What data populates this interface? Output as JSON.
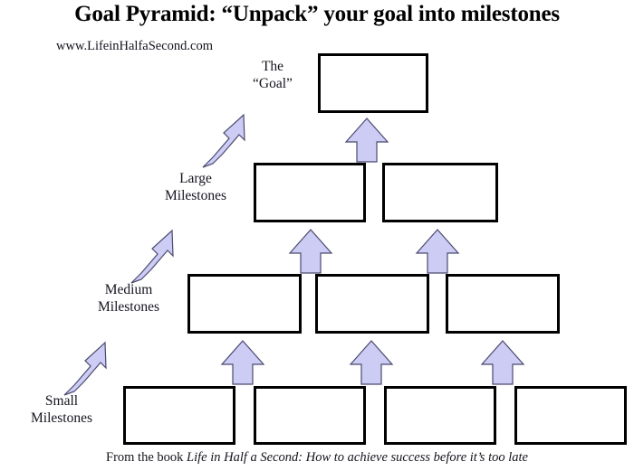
{
  "header": {
    "title": "Goal Pyramid: “Unpack” your goal into milestones",
    "site_url": "www.LifeinHalfaSecond.com"
  },
  "labels": {
    "goal_line1": "The",
    "goal_line2": "“Goal”",
    "large_line1": "Large",
    "large_line2": "Milestones",
    "medium_line1": "Medium",
    "medium_line2": "Milestones",
    "small_line1": "Small",
    "small_line2": "Milestones"
  },
  "footer": {
    "prefix": "From the book ",
    "book_title": "Life in Half a Second: How to achieve success before it’s too late"
  },
  "colors": {
    "arrow_fill": "#ccccf5",
    "arrow_stroke": "#4a4a6e",
    "box_border": "#000000",
    "box_fill": "#ffffff",
    "text": "#14141e",
    "background": "#ffffff"
  },
  "diagram": {
    "type": "pyramid",
    "rows": [
      {
        "name": "goal",
        "label": "The “Goal”",
        "box_count": 1,
        "boxes": [
          {
            "value": ""
          }
        ]
      },
      {
        "name": "large-milestones",
        "label": "Large Milestones",
        "box_count": 2,
        "boxes": [
          {
            "value": ""
          },
          {
            "value": ""
          }
        ]
      },
      {
        "name": "medium-milestones",
        "label": "Medium Milestones",
        "box_count": 3,
        "boxes": [
          {
            "value": ""
          },
          {
            "value": ""
          },
          {
            "value": ""
          }
        ]
      },
      {
        "name": "small-milestones",
        "label": "Small Milestones",
        "box_count": 4,
        "boxes": [
          {
            "value": ""
          },
          {
            "value": ""
          },
          {
            "value": ""
          },
          {
            "value": ""
          }
        ]
      }
    ],
    "up_arrow_counts": {
      "to_goal": 1,
      "to_large": 2,
      "to_medium": 3
    },
    "diagonal_arrow_count": 3
  }
}
